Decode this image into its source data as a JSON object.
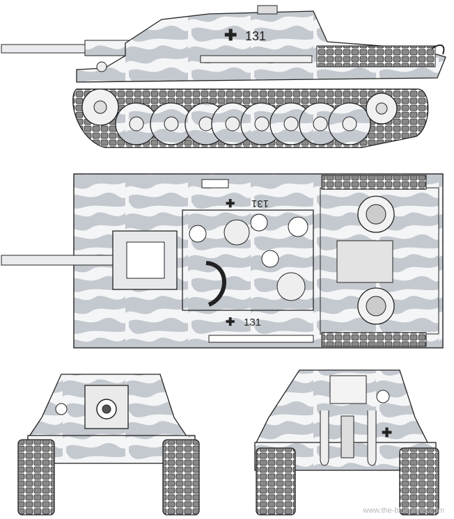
{
  "views": {
    "side": {
      "marking_cross": "✚",
      "marking_number": "131"
    },
    "top": {
      "marking_upper": "131",
      "marking_cross_upper": "✚",
      "marking_lower": "131",
      "marking_cross_lower": "✚"
    },
    "front": {},
    "rear": {
      "marking_cross": "✚"
    }
  },
  "watermark": "www.the-blueprints.com",
  "colors": {
    "paint_light": "#c4c9cf",
    "paint_dark": "#9aa1a8",
    "line": "#222222",
    "background": "#ffffff"
  }
}
